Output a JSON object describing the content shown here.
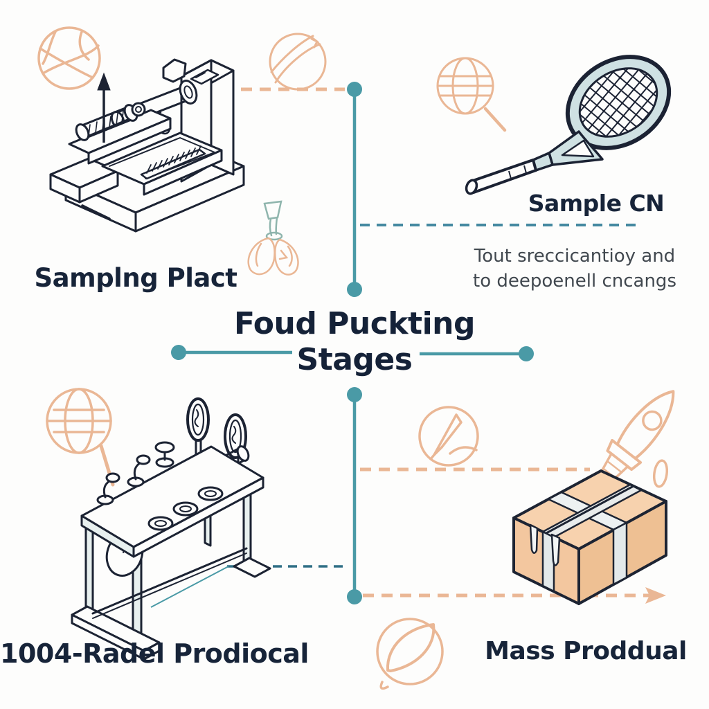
{
  "title": {
    "line1": "Foud Puckting",
    "line2": "Stages"
  },
  "stages": [
    {
      "name": "sampling",
      "label": "Samplng Plact",
      "illustration": "isometric-press-machine"
    },
    {
      "name": "sample-check",
      "label": "Sample CN",
      "description": [
        "Tout sreccicantioy and",
        "to deepoenell cncangs"
      ],
      "illustration": "tennis-racket"
    },
    {
      "name": "model-production",
      "label": "1004-Radel Prodiocal",
      "illustration": "isometric-assembly-table"
    },
    {
      "name": "mass-production",
      "label": "Mass Proddual",
      "illustration": "taped-cardboard-box"
    }
  ],
  "decorations": [
    "basketball-icon",
    "tennis-ball-icon",
    "globe-magnifier-icon-top-right",
    "globe-magnifier-icon-bottom-left",
    "pencil-circle-icon",
    "leaf-circle-icon",
    "rocket-icon",
    "hanging-gloves-doodle",
    "up-arrow"
  ],
  "connectors": {
    "vertical_segments": 2,
    "timeline_dots": 6,
    "dashed_links": [
      "peach-top-left",
      "teal-sample-cn",
      "peach-mid-right",
      "teal-bottom-left",
      "peach-arrow-bottom-right"
    ]
  },
  "colors": {
    "background": "#fdfdfc",
    "navy_text": "#172439",
    "line_art": "#1c2333",
    "teal": "#4a9aa6",
    "teal_dashed": "#4589a0",
    "teal_dark_dashed": "#2f6f85",
    "peach": "#eab795",
    "box_top": "#f7d2ae",
    "box_left": "#f3c79f",
    "box_right": "#eec093",
    "racket_fill": "#cfe1e3",
    "subtext_gray": "#41484f"
  }
}
